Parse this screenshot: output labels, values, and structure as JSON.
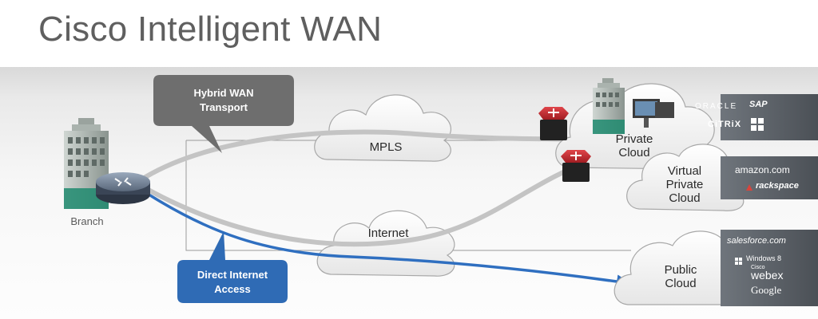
{
  "title": "Cisco Intelligent WAN",
  "labels": {
    "branch": "Branch",
    "mpls": "MPLS",
    "internet": "Internet",
    "private_cloud": "Private\nCloud",
    "virtual_private_cloud": "Virtual\nPrivate\nCloud",
    "public_cloud": "Public\nCloud"
  },
  "callouts": {
    "hybrid_wan": "Hybrid WAN\nTransport",
    "direct_internet": "Direct Internet\nAccess"
  },
  "logos": {
    "oracle": "ORACLE",
    "sap": "SAP",
    "citrix": "CiTRiX",
    "amazon": "amazon.com",
    "rackspace": "rackspace",
    "salesforce": "salesforce.com",
    "windows8": "Windows 8",
    "cisco": "Cisco",
    "webex": "webex",
    "google": "Google"
  },
  "icons": {
    "windows": "windows-icon",
    "rackspace": "rackspace-icon",
    "router": "router-icon",
    "building": "building-icon"
  },
  "colors": {
    "title": "#5f5f5f",
    "transport_path": "#bdbdbd",
    "direct_path": "#2f6fc0",
    "callout_gray": "#6e6e6e",
    "callout_blue": "#2f6bb5",
    "router_red": "#c8262c"
  }
}
